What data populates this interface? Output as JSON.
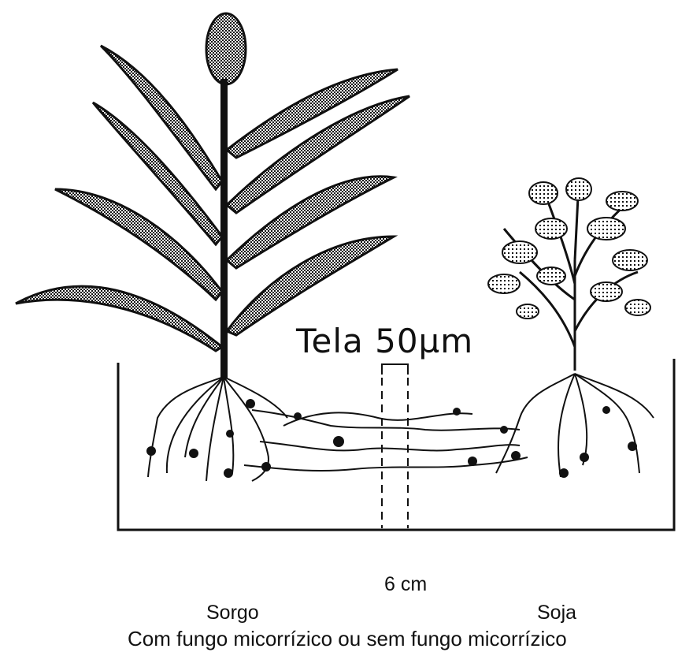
{
  "labels": {
    "mesh": "Tela 50µm",
    "distance": "6 cm",
    "left_plant": "Sorgo",
    "right_plant": "Soja",
    "caption": "Com fungo micorrízico ou sem fungo micorrízico"
  },
  "colors": {
    "ink": "#111111",
    "background": "#ffffff"
  }
}
